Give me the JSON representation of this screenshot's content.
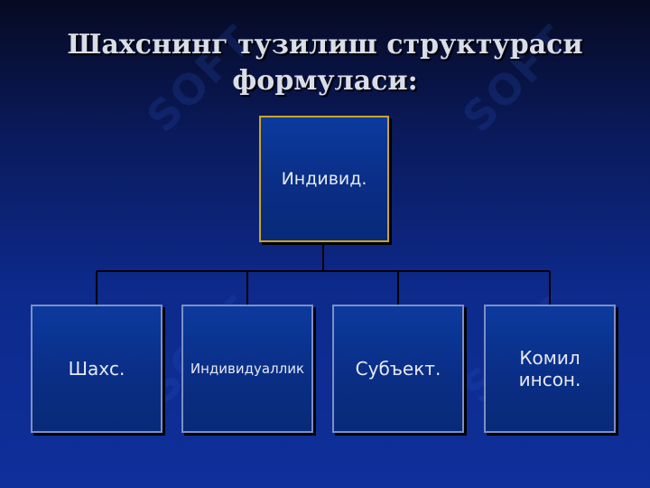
{
  "title": {
    "line1": "Шахснинг тузилиш структураси",
    "line2": "формуласи:"
  },
  "watermark": "SOFT",
  "root": {
    "label": "Индивид."
  },
  "children": [
    {
      "label": "Шахс."
    },
    {
      "label": "Индивидуаллик"
    },
    {
      "label": "Субъект."
    },
    {
      "label": "Комил инсон."
    }
  ]
}
